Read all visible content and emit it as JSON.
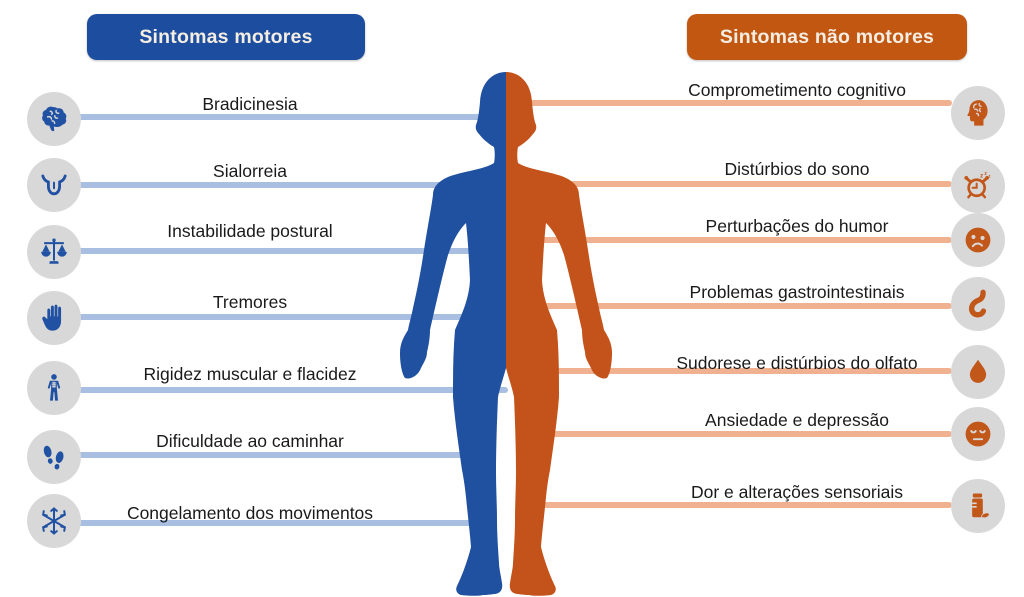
{
  "left_panel": {
    "header": "Sintomas motores",
    "items": [
      {
        "label": "Bradicinesia",
        "icon": "brain"
      },
      {
        "label": "Sialorreia",
        "icon": "tongue"
      },
      {
        "label": "Instabilidade postural",
        "icon": "balance-scale"
      },
      {
        "label": "Tremores",
        "icon": "hand"
      },
      {
        "label": "Rigidez muscular e flacidez",
        "icon": "body-skeleton"
      },
      {
        "label": "Dificuldade ao caminhar",
        "icon": "footprints"
      },
      {
        "label": "Congelamento dos movimentos",
        "icon": "snowflake"
      }
    ]
  },
  "right_panel": {
    "header": "Sintomas não motores",
    "items": [
      {
        "label": "Comprometimento cognitivo",
        "icon": "head-cognition"
      },
      {
        "label": "Distúrbios do sono",
        "icon": "alarm-clock"
      },
      {
        "label": "Perturbações do humor",
        "icon": "sad-face"
      },
      {
        "label": "Problemas gastrointestinais",
        "icon": "stomach"
      },
      {
        "label": "Sudorese e distúrbios do olfato",
        "icon": "droplet"
      },
      {
        "label": "Ansiedade e depressão",
        "icon": "depressed-face"
      },
      {
        "label": "Dor e alterações sensoriais",
        "icon": "pill-bottle"
      }
    ]
  },
  "figure": {
    "description": "standing human silhouette, left half blue (motor), right half orange (non-motor)"
  },
  "colors": {
    "motor_header_bg": "#1D4D9E",
    "non_motor_header_bg": "#C25712",
    "body_blue": "#2050A0",
    "body_orange": "#C4531B",
    "motor_line": "#A8BFE2",
    "non_motor_line": "#F0B190",
    "icon_circle_bg": "#D8D8D8",
    "label_text": "#1A1A1A",
    "header_text": "#F3EDE2"
  }
}
